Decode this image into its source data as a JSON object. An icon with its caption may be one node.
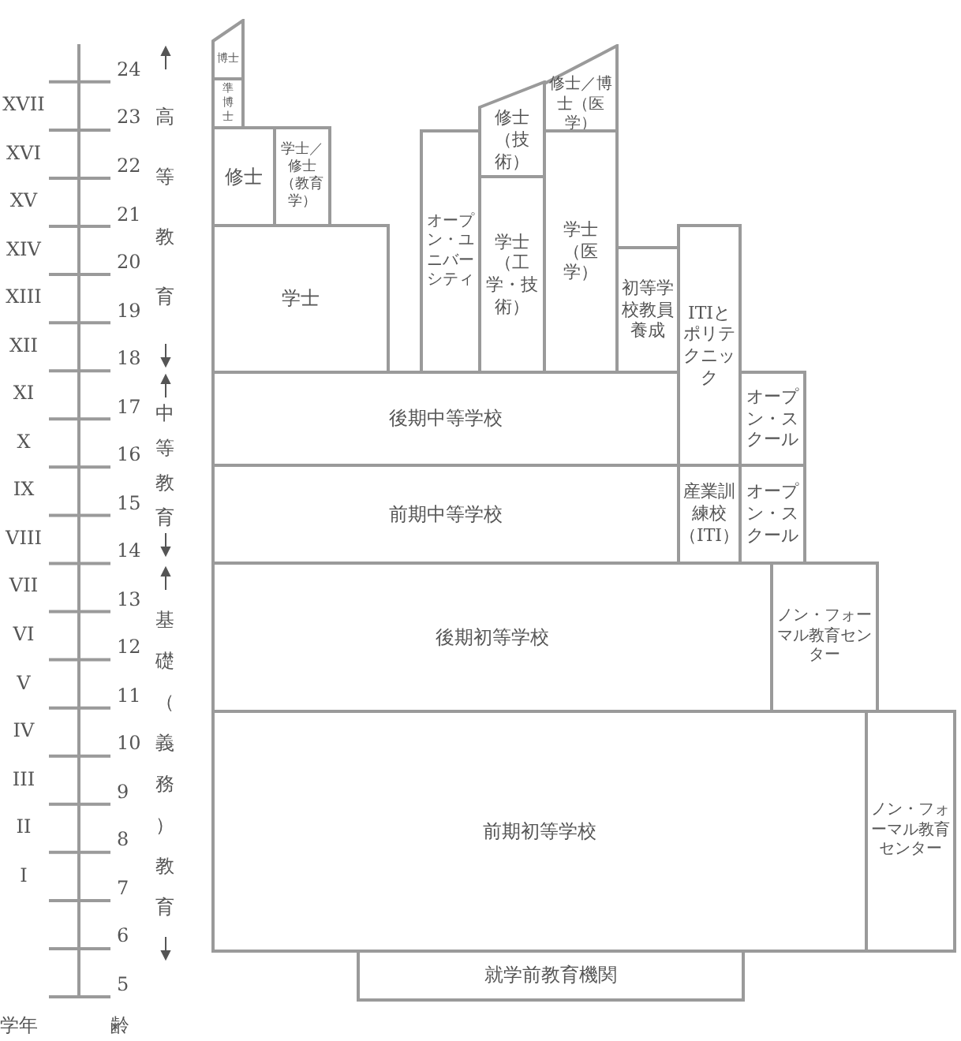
{
  "diagram": {
    "nodes": [
      {
        "text": [
          "博士"
        ]
      },
      {
        "text": [
          "準博士"
        ]
      },
      {
        "text": [
          "修士"
        ]
      },
      {
        "text": [
          "学士／修士（教育学）"
        ]
      },
      {
        "text": [
          "オープン・ユニバーシティ"
        ]
      },
      {
        "text": [
          "修士（技術）"
        ]
      },
      {
        "text": [
          "修士／博士（医学）"
        ]
      },
      {
        "text": [
          "学士"
        ]
      },
      {
        "text": [
          "学士（工学・技術）"
        ]
      },
      {
        "text": [
          "学士（医学）"
        ]
      },
      {
        "text": [
          "初等学校教員養成"
        ]
      },
      {
        "text": [
          "ITIとポリテクニック"
        ]
      },
      {
        "text": [
          "後期中等学校"
        ]
      },
      {
        "text": [
          "オープン・スクール"
        ]
      },
      {
        "text": [
          "前期中等学校"
        ]
      },
      {
        "text": [
          "産業訓練校（ITI）"
        ]
      },
      {
        "text": [
          "オープン・スクール"
        ]
      },
      {
        "text": [
          "後期初等学校"
        ]
      },
      {
        "text": [
          "ノン・フォーマル教育センター"
        ]
      },
      {
        "text": [
          "前期初等学校"
        ]
      },
      {
        "text": [
          "ノン・フォーマル教育センター"
        ]
      },
      {
        "text": [
          "就学前教育機関"
        ]
      }
    ],
    "labels": [
      "XVII",
      "XVI",
      "XV",
      "XIV",
      "XIII",
      "XII",
      "XI",
      "X",
      "IX",
      "VIII",
      "VII",
      "VI",
      "V",
      "IV",
      "III",
      "II",
      "I",
      "24",
      "23",
      "22",
      "21",
      "20",
      "19",
      "18",
      "17",
      "16",
      "15",
      "14",
      "13",
      "12",
      "11",
      "10",
      "9",
      "8",
      "7",
      "6",
      "5",
      "高等教育",
      "中等教育",
      "基礎（義務）教育",
      "学年",
      "齢"
    ]
  }
}
